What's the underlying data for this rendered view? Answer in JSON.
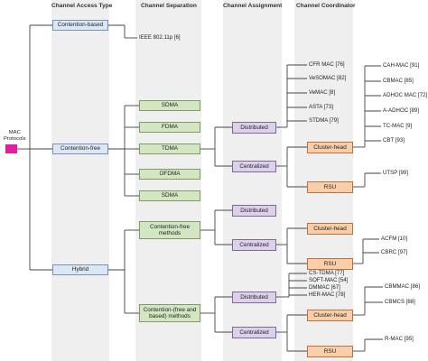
{
  "root": {
    "label_line1": "MAC",
    "label_line2": "Protocols",
    "marker_color": "#e21fa2"
  },
  "columns": {
    "access": "Channel Access Type",
    "separation": "Channel Separation",
    "assignment": "Channel Assignment",
    "coordinator": "Channel Coordinator"
  },
  "access_types": {
    "contention_based": "Contention-based",
    "contention_free": "Contention-free",
    "hybrid": "Hybrid"
  },
  "separation": {
    "ieee": "IEEE 802.11p [6]",
    "sdma1": "SDMA",
    "fdma": "FDMA",
    "tdma": "TDMA",
    "ofdma": "OFDMA",
    "sdma2": "SDMA",
    "cf_methods_l1": "Contention-free",
    "cf_methods_l2": "methods",
    "cfb_methods_l1": "Contention-(free and",
    "cfb_methods_l2": "based) methods"
  },
  "assignment": {
    "distributed": "Distributed",
    "centralized": "Centralized"
  },
  "coordinator": {
    "cluster_head": "Cluster-head",
    "rsu": "RSU"
  },
  "protocols": {
    "distributed_list": [
      "CFR MAC [76]",
      "VeSOMAC [82]",
      "VeMAC [8]",
      "ASTA [73]",
      "STDMA [79]"
    ],
    "cluster_head_list": [
      "CAH-MAC [91]",
      "CBMAC [85]",
      "ADHOC MAC [72]",
      "A-ADHOC [89]",
      "TC-MAC [9]",
      "CBT [93]"
    ],
    "rsu_tdma": "UTSP [99]",
    "hybrid_ch1": [
      "ACFM [10]",
      "CBRC [97]"
    ],
    "hybrid_distributed_list": [
      "CS-TDMA [77]",
      "SOFT-MAC [54]",
      "DMMAC [67]",
      "HER-MAC [78]"
    ],
    "hybrid_ch2": [
      "CBMMAC [86]",
      "CBMCS [88]"
    ],
    "rsu_hybrid": "R-MAC [95]"
  },
  "colors": {
    "access_box": "#dce7f5",
    "separation_box": "#d3e6c2",
    "assignment_box": "#ddd0ea",
    "coordinator_box": "#f9cfaa",
    "column_band": "#efefef",
    "connector": "#444444"
  }
}
